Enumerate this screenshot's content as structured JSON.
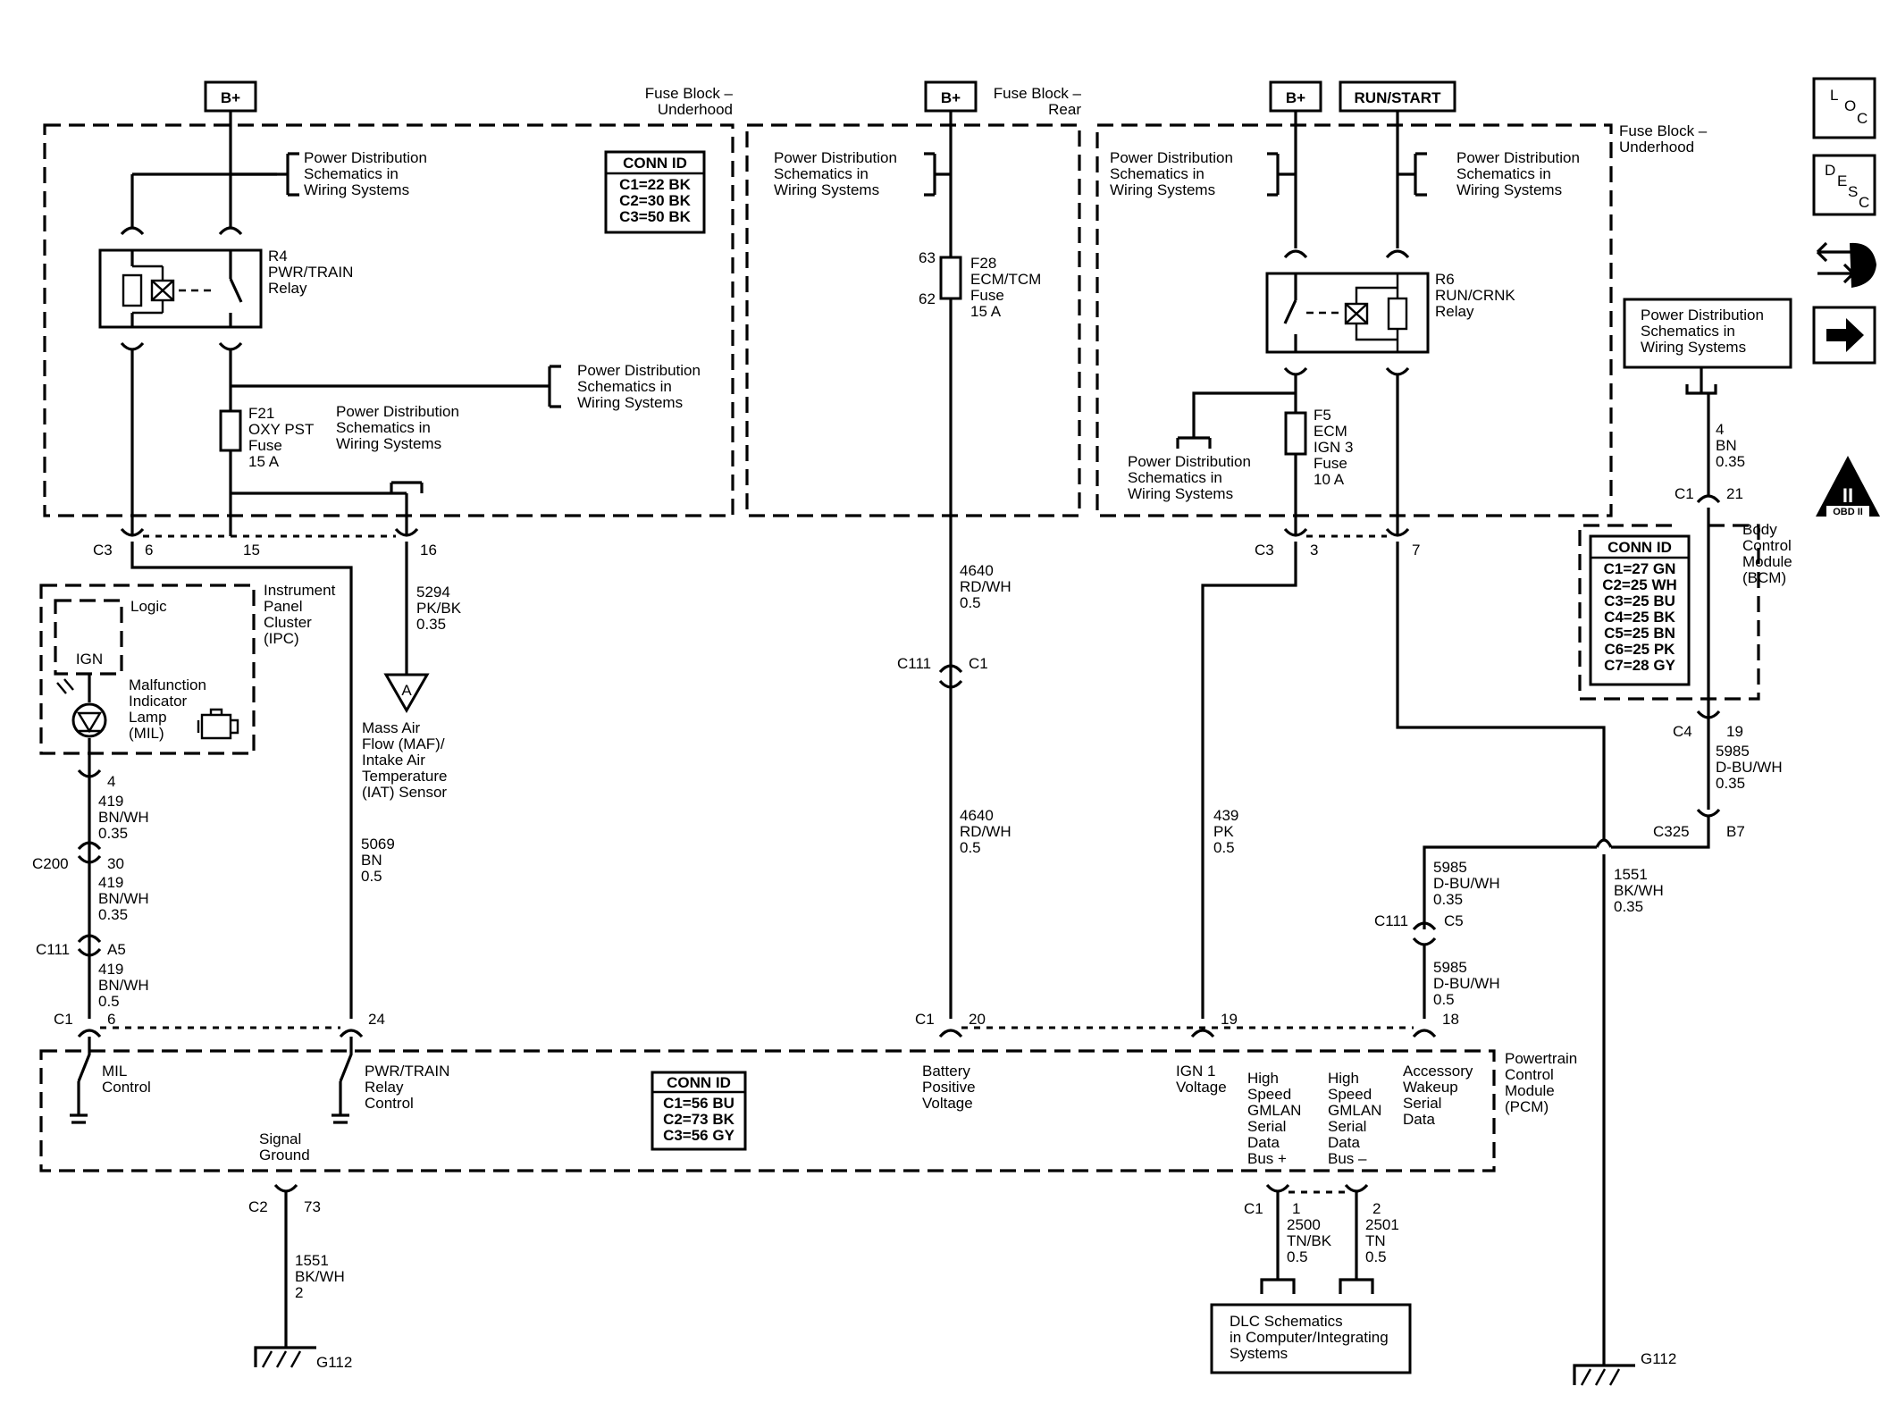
{
  "supply": {
    "bplus": "B+",
    "run_start": "RUN/START"
  },
  "fuse_block": {
    "underhood_l1": "Fuse Block –",
    "underhood_l2": "Underhood",
    "rear_l1": "Fuse Block –",
    "rear_l2": "Rear"
  },
  "pds": {
    "l1": "Power Distribution",
    "l2": "Schematics in",
    "l3": "Wiring Systems"
  },
  "conn_id_header": "CONN ID",
  "conn_ids": {
    "underhood": [
      "C1=22 BK",
      "C2=30 BK",
      "C3=50 BK"
    ],
    "bcm": [
      "C1=27 GN",
      "C2=25 WH",
      "C3=25 BU",
      "C4=25 BK",
      "C5=25 BN",
      "C6=25 PK",
      "C7=28 GY"
    ],
    "pcm": [
      "C1=56 BU",
      "C2=73 BK",
      "C3=56 GY"
    ]
  },
  "relays": {
    "r4": [
      "R4",
      "PWR/TRAIN",
      "Relay"
    ],
    "r6": [
      "R6",
      "RUN/CRNK",
      "Relay"
    ]
  },
  "fuses": {
    "f21": [
      "F21",
      "OXY PST",
      "Fuse",
      "15 A"
    ],
    "f28": [
      "F28",
      "ECM/TCM",
      "Fuse",
      "15 A"
    ],
    "f5": [
      "F5",
      "ECM",
      "IGN 3",
      "Fuse",
      "10 A"
    ]
  },
  "wires": {
    "w5294": [
      "5294",
      "PK/BK",
      "0.35"
    ],
    "w4640a": [
      "4640",
      "RD/WH",
      "0.5"
    ],
    "w4640b": [
      "4640",
      "RD/WH",
      "0.5"
    ],
    "w419a": [
      "419",
      "BN/WH",
      "0.35"
    ],
    "w419b": [
      "419",
      "BN/WH",
      "0.35"
    ],
    "w419c": [
      "419",
      "BN/WH",
      "0.5"
    ],
    "w5069": [
      "5069",
      "BN",
      "0.5"
    ],
    "w439": [
      "439",
      "PK",
      "0.5"
    ],
    "w4bn": [
      "4",
      "BN",
      "0.35"
    ],
    "w5985a": [
      "5985",
      "D-BU/WH",
      "0.35"
    ],
    "w5985b": [
      "5985",
      "D-BU/WH",
      "0.35"
    ],
    "w5985c": [
      "5985",
      "D-BU/WH",
      "0.5"
    ],
    "w1551a": [
      "1551",
      "BK/WH",
      "0.35"
    ],
    "w1551b": [
      "1551",
      "BK/WH",
      "2"
    ],
    "w2500": [
      "2500",
      "TN/BK",
      "0.5"
    ],
    "w2501": [
      "2501",
      "TN",
      "0.5"
    ]
  },
  "pins": {
    "c3": "C3",
    "p6": "6",
    "p15": "15",
    "p16": "16",
    "c3b": "C3",
    "p3": "3",
    "p7": "7",
    "p63": "63",
    "p62": "62",
    "c111": "C111",
    "c1_c111": "C1",
    "c1_bcm": "C1",
    "p21": "21",
    "c4": "C4",
    "p19_bcm": "19",
    "c325": "C325",
    "b7": "B7",
    "c111b": "C111",
    "c5": "C5",
    "p4": "4",
    "c200": "C200",
    "p30": "30",
    "c111c": "C111",
    "a5": "A5",
    "c1_pcm": "C1",
    "p6_pcm": "6",
    "p24": "24",
    "c1_pcm2": "C1",
    "p20": "20",
    "p19": "19",
    "p18": "18",
    "c2": "C2",
    "p73": "73",
    "c1_dlc": "C1",
    "p1": "1",
    "p2": "2"
  },
  "ipc": {
    "logic": "Logic",
    "ign": "IGN",
    "mil": [
      "Malfunction",
      "Indicator",
      "Lamp",
      "(MIL)"
    ],
    "title": [
      "Instrument",
      "Panel",
      "Cluster",
      "(IPC)"
    ]
  },
  "sensor": {
    "letter": "A",
    "label": [
      "Mass Air",
      "Flow (MAF)/",
      "Intake Air",
      "Temperature",
      "(IAT) Sensor"
    ]
  },
  "bcm": [
    "Body",
    "Control",
    "Module",
    "(BCM)"
  ],
  "pcm": {
    "title": [
      "Powertrain",
      "Control",
      "Module",
      "(PCM)"
    ],
    "mil_control": [
      "MIL",
      "Control"
    ],
    "pwr_relay_control": [
      "PWR/TRAIN",
      "Relay",
      "Control"
    ],
    "batt_pos": [
      "Battery",
      "Positive",
      "Voltage"
    ],
    "ign1": [
      "IGN 1",
      "Voltage"
    ],
    "hs_plus": [
      "High",
      "Speed",
      "GMLAN",
      "Serial",
      "Data",
      "Bus +"
    ],
    "hs_minus": [
      "High",
      "Speed",
      "GMLAN",
      "Serial",
      "Data",
      "Bus –"
    ],
    "acc_wakeup": [
      "Accessory",
      "Wakeup",
      "Serial",
      "Data"
    ],
    "signal_ground": [
      "Signal",
      "Ground"
    ]
  },
  "ground_g112": "G112",
  "dlc": [
    "DLC Schematics",
    "in Computer/Integrating",
    "Systems"
  ],
  "nav": {
    "loc": [
      "L",
      "O",
      "C"
    ],
    "desc": [
      "D",
      "E",
      "S",
      "C"
    ],
    "obd": "OBD II",
    "obd_roman": "II"
  }
}
